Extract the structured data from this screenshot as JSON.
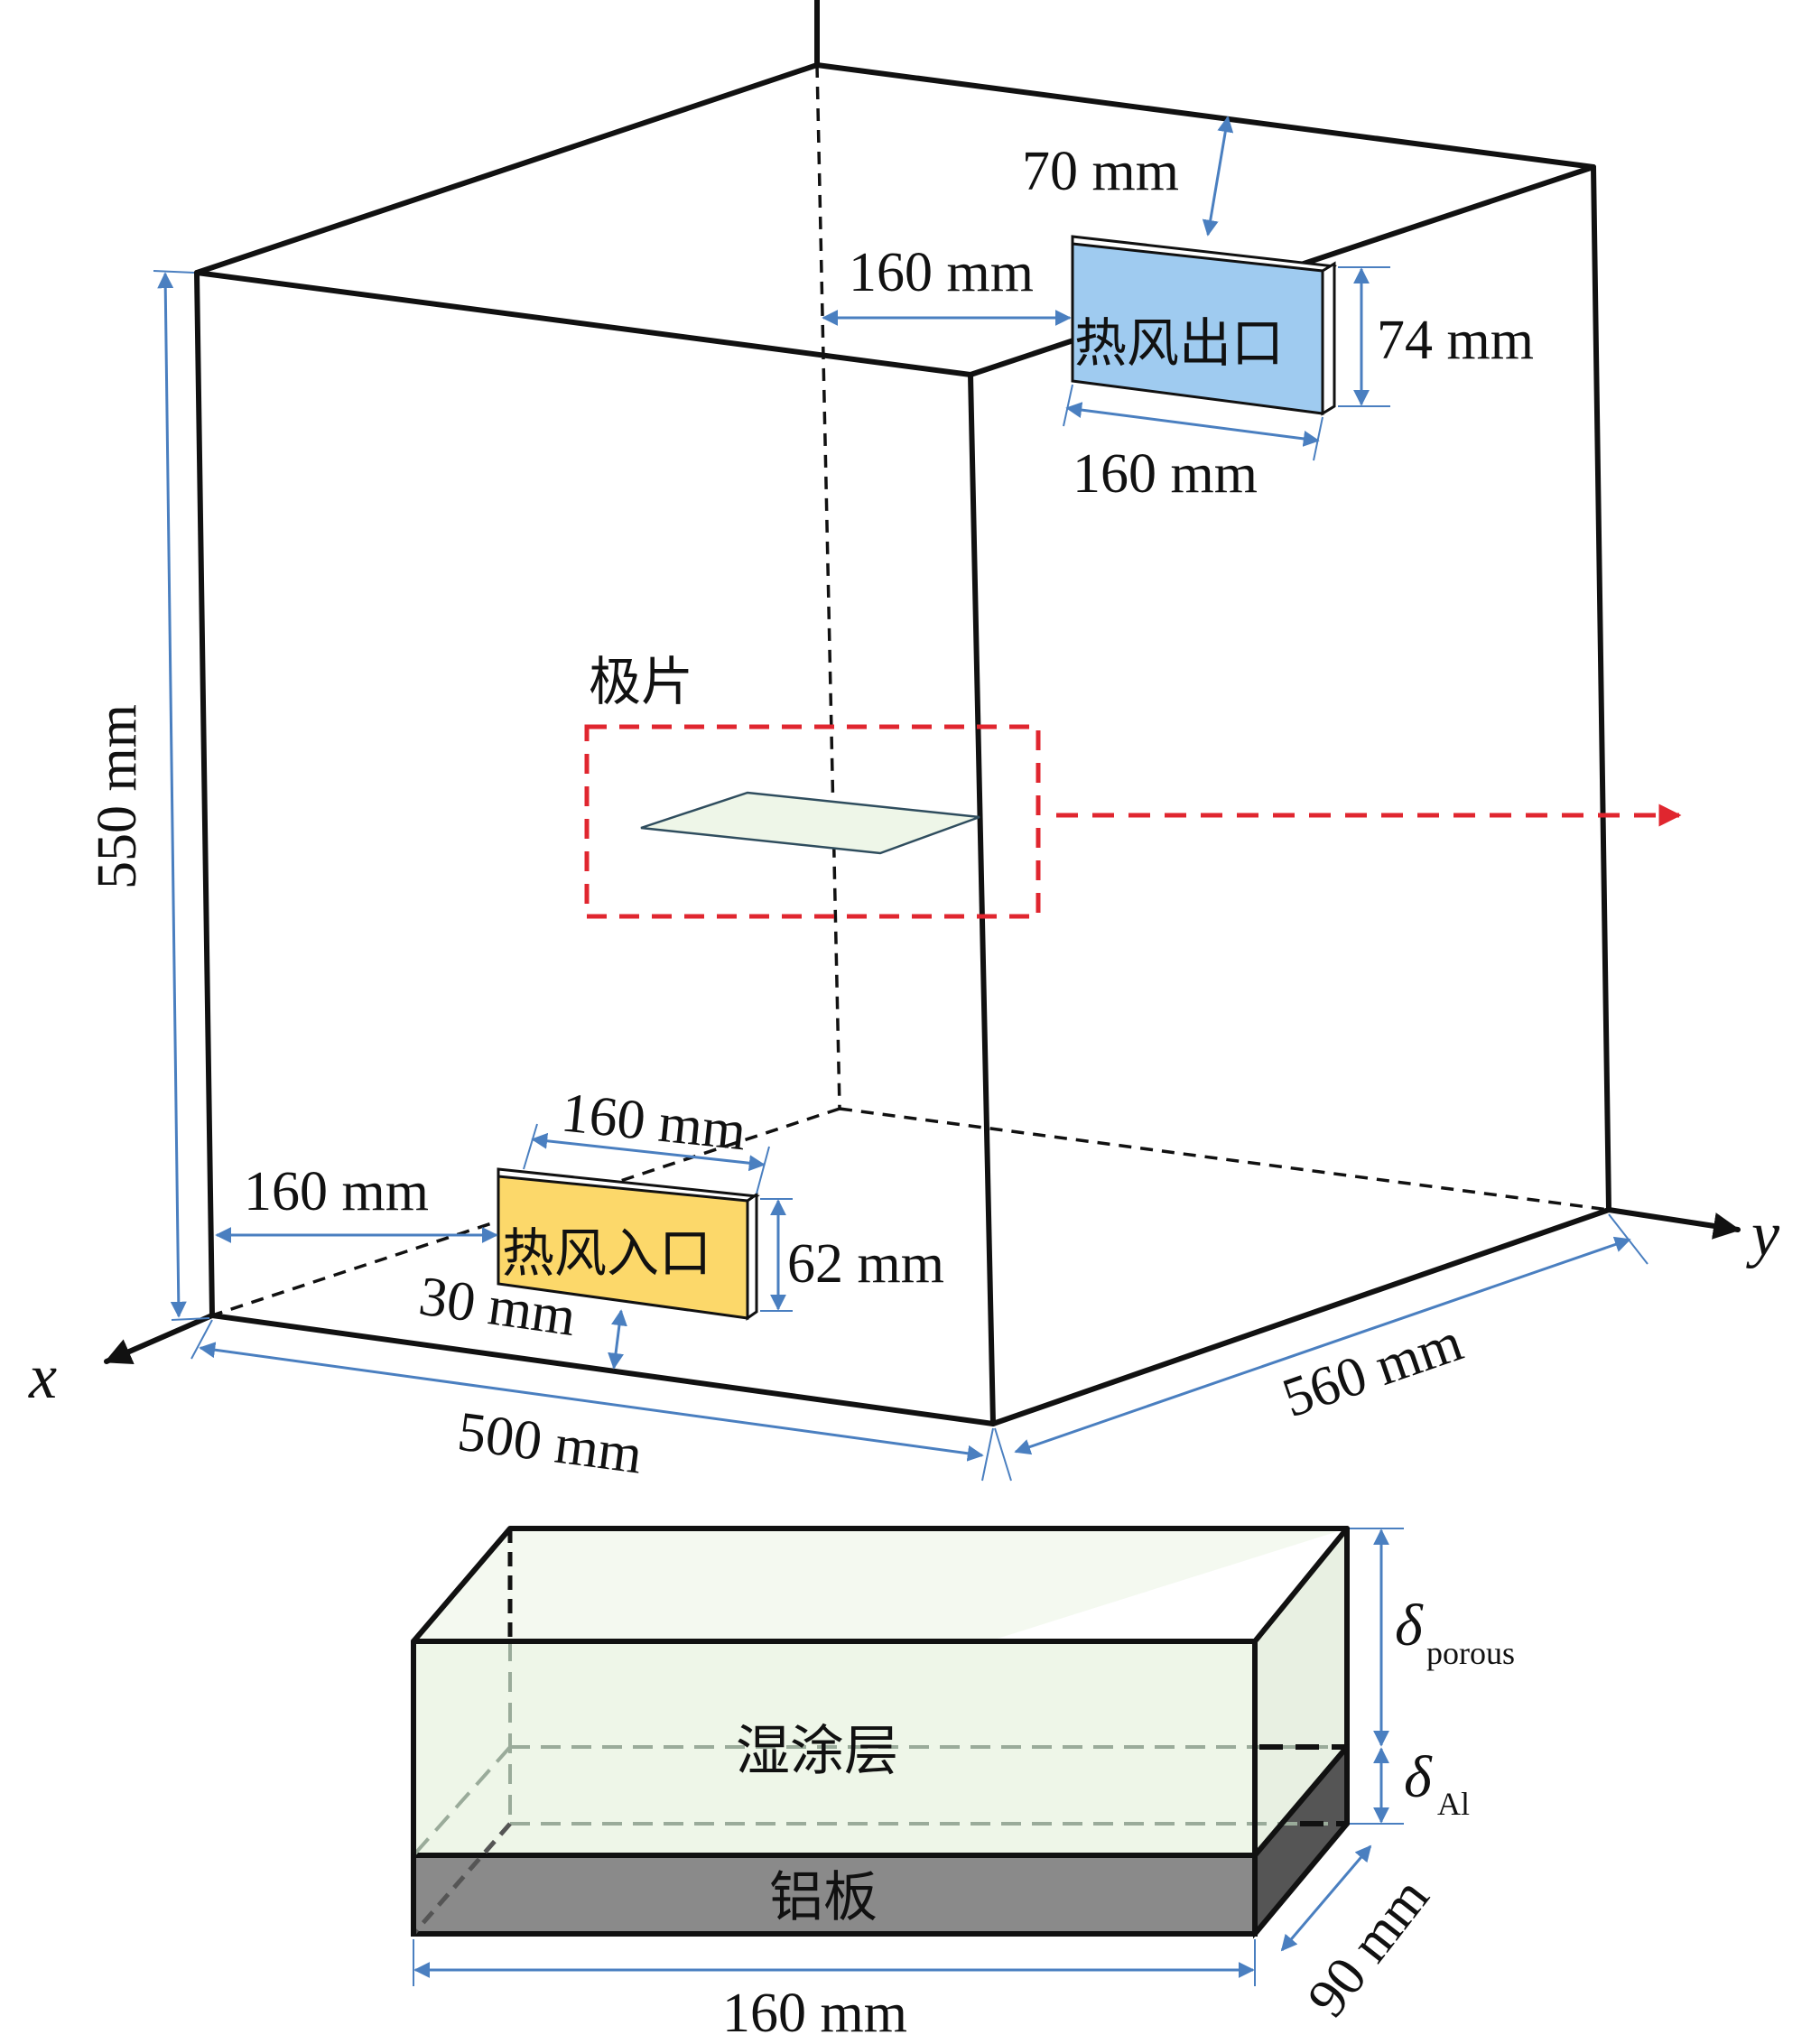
{
  "labels": {
    "width_500": "500 mm",
    "depth_560": "560 mm",
    "height_550": "550 mm",
    "outlet_top_gap": "70 mm",
    "outlet_side_gap": "160 mm",
    "outlet_height": "74 mm",
    "outlet_width": "160 mm",
    "outlet_name": "热风出口",
    "inlet_name": "热风入口",
    "inlet_width": "160 mm",
    "inlet_side_gap": "160 mm",
    "inlet_height": "62 mm",
    "inlet_bottom_gap": "30 mm",
    "electrode_name": "极片",
    "wet_coating": "湿涂层",
    "aluminum_plate": "铝板",
    "plate_length": "160 mm",
    "plate_depth": "90 mm",
    "delta_symbol": "δ",
    "porous_sub": "porous",
    "al_sub": "Al"
  },
  "axes": {
    "x_label": "x",
    "y_label": "y"
  },
  "colors": {
    "outlet_fill": "#9fcbf0",
    "inlet_fill": "#fcd86a",
    "coating_fill": "#eef6e8",
    "plate_fill": "#8a8a8a",
    "highlight": "#e0262f",
    "dimension": "#4a7fc0"
  }
}
